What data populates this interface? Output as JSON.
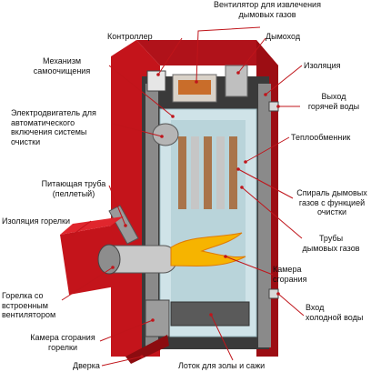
{
  "labels": {
    "fan_exhaust": "Вентилятор для извлечения\nдымовых газов",
    "controller": "Контроллер",
    "chimney": "Дымоход",
    "self_cleaning": "Механизм\nсамоочищения",
    "insulation": "Изоляция",
    "hot_water_out": "Выход\nгорячей воды",
    "motor": "Электродвигатель для\nавтоматического\nвключения системы\nочистки",
    "heat_exchanger": "Теплообменник",
    "feed_pipe": "Питающая труба\n(пеллетый)",
    "spiral": "Спираль дымовых\nгазов с функцией\nочистки",
    "burner_insulation": "Изоляция горелки",
    "flue_tubes": "Трубы\nдымовых газов",
    "combustion_chamber": "Камера\nсгорания",
    "burner_fan": "Горелка со\nвстроенным\nвентилятором",
    "cold_water_in": "Вход\nхолодной воды",
    "burner_chamber": "Камера сгорания\nгорелки",
    "door": "Дверка",
    "ash_tray": "Лоток для золы и сажи"
  },
  "colors": {
    "casing_red": "#c4141b",
    "casing_dark": "#8c0c10",
    "insulation_grey": "#8a8a8a",
    "water_blue": "#cfe3e8",
    "flame": "#f6b400"
  }
}
